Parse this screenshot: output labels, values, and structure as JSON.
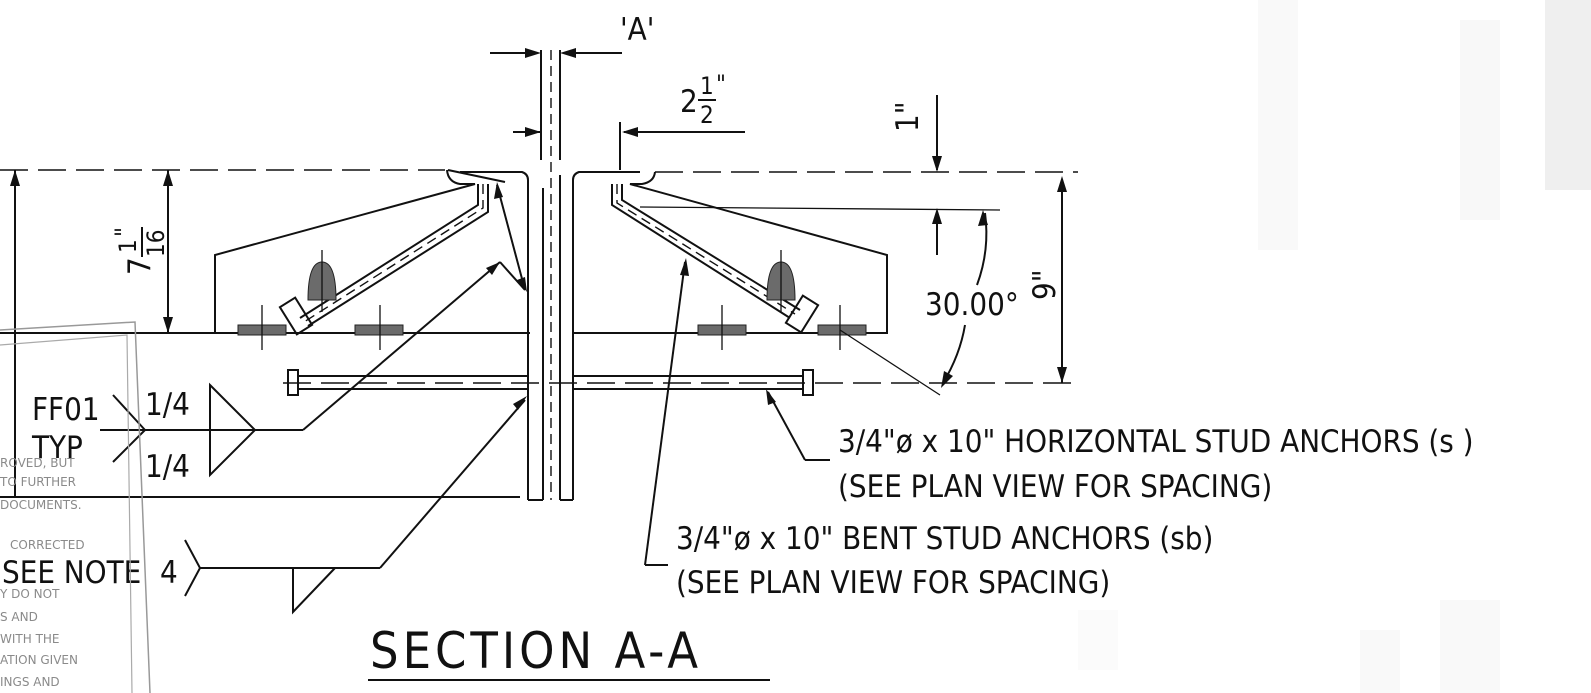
{
  "drawing": {
    "title": "SECTION A-A",
    "section_mark": "'A'",
    "dim_gap": {
      "whole": "2",
      "num": "1",
      "den": "2",
      "unit": "\""
    },
    "dim_top": "1\"",
    "dim_left": {
      "whole": "7",
      "num": "1",
      "den": "16",
      "unit": "\""
    },
    "dim_right": "9\"",
    "angle": "30.00°",
    "weld_callout": {
      "code": "FF01",
      "typ": "TYP",
      "top_size": "1/4",
      "bottom_size": "1/4"
    },
    "see_note": {
      "text": "SEE NOTE",
      "number": "4"
    },
    "horizontal_anchor": {
      "line1": "3/4\"ø x 10\" HORIZONTAL STUD ANCHORS (s  )",
      "line2": "(SEE PLAN VIEW FOR SPACING)"
    },
    "bent_anchor": {
      "line1": "3/4\"ø x 10\" BENT STUD ANCHORS (sb)",
      "line2": "(SEE PLAN VIEW FOR SPACING)"
    },
    "stamp_lines": [
      "ROVED, BUT",
      "TO FURTHER",
      "DOCUMENTS.",
      "CORRECTED",
      "Y DO NOT",
      "S AND",
      "WITH THE",
      "ATION GIVEN",
      "INGS AND"
    ]
  },
  "colors": {
    "ink": "#111111",
    "pad": "#6b6b6b",
    "paper": "#ffffff"
  }
}
